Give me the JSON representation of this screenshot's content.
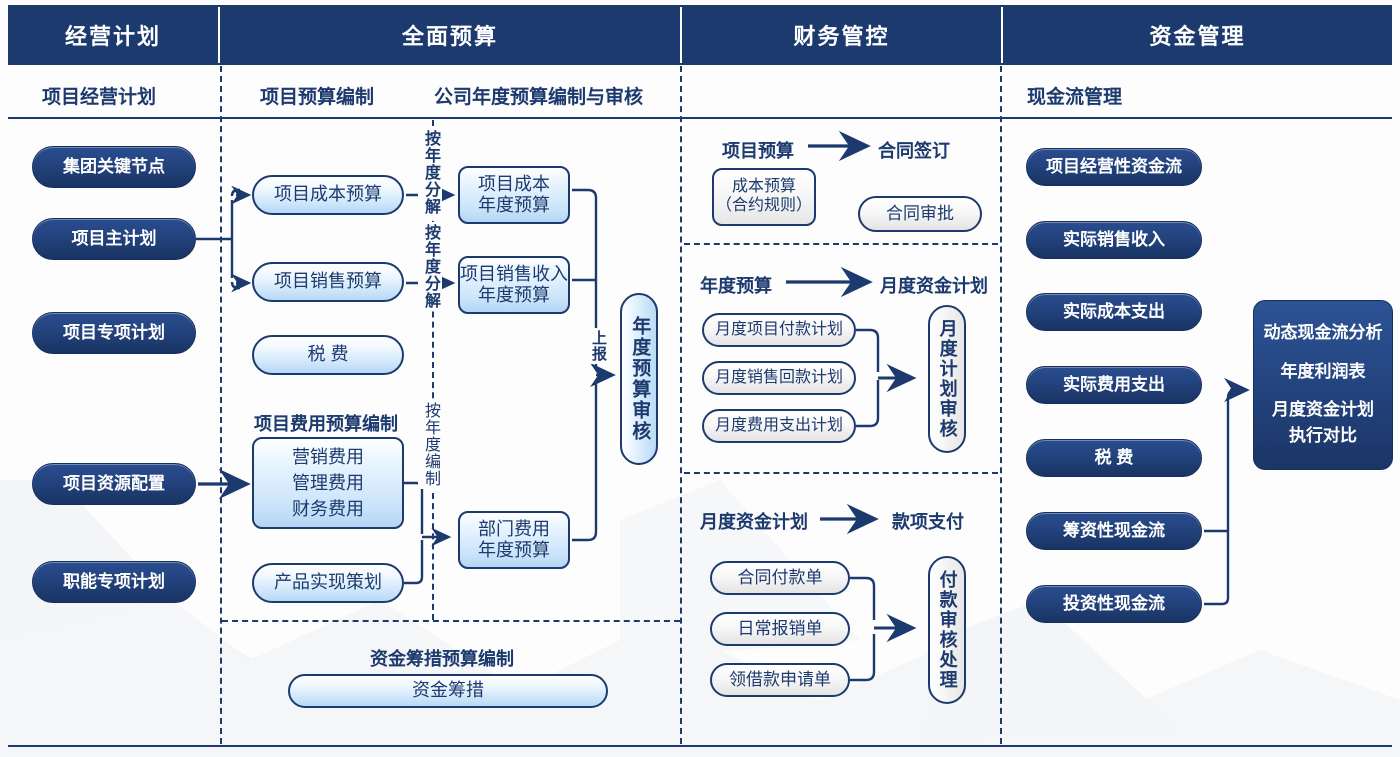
{
  "header": {
    "columns": [
      {
        "label": "经营计划"
      },
      {
        "label": "全面预算"
      },
      {
        "label": "财务管控"
      },
      {
        "label": "资金管理"
      }
    ]
  },
  "subheader": {
    "items": [
      {
        "label": "项目经营计划"
      },
      {
        "label": "项目预算编制"
      },
      {
        "label": "公司年度预算编制与审核"
      },
      {
        "label": "现金流管理"
      }
    ]
  },
  "business_plan": {
    "nodes": [
      {
        "label": "集团关键节点"
      },
      {
        "label": "项目主计划"
      },
      {
        "label": "项目专项计划"
      },
      {
        "label": "项目资源配置"
      },
      {
        "label": "职能专项计划"
      }
    ]
  },
  "project_budget": {
    "nodes": [
      {
        "label": "项目成本预算"
      },
      {
        "label": "项目销售预算"
      },
      {
        "label": "税  费"
      },
      {
        "label": "产品实现策划"
      }
    ],
    "expense_group_caption": "项目费用预算编制",
    "expense_lines": "营销费用\n管理费用\n财务费用"
  },
  "annual_budget": {
    "nodes": [
      {
        "label": "项目成本\n年度预算"
      },
      {
        "label": "项目销售收入\n年度预算"
      },
      {
        "label": "部门费用\n年度预算"
      }
    ],
    "review_capsule": "年度预算审核",
    "connector_labels": [
      {
        "label": "按年度分解"
      },
      {
        "label": "按年度分解"
      },
      {
        "label": "按年度编制"
      },
      {
        "label": "上报"
      }
    ]
  },
  "funding_budget": {
    "caption": "资金筹措预算编制",
    "node": "资金筹措"
  },
  "finance_control": {
    "sections": [
      {
        "from": "项目预算",
        "to": "合同签订",
        "left_node": "成本预算\n（合约规则）",
        "right_node": "合同审批"
      },
      {
        "from": "年度预算",
        "to": "月度资金计划",
        "items": [
          "月度项目付款计划",
          "月度销售回款计划",
          "月度费用支出计划"
        ],
        "review_capsule": "月度计划审核"
      },
      {
        "from": "月度资金计划",
        "to": "款项支付",
        "items": [
          "合同付款单",
          "日常报销单",
          "领借款申请单"
        ],
        "review_capsule": "付款审核处理"
      }
    ]
  },
  "cash_management": {
    "nodes": [
      {
        "label": "项目经营性资金流"
      },
      {
        "label": "实际销售收入"
      },
      {
        "label": "实际成本支出"
      },
      {
        "label": "实际费用支出"
      },
      {
        "label": "税  费"
      },
      {
        "label": "筹资性现金流"
      },
      {
        "label": "投资性现金流"
      }
    ],
    "analysis_card": {
      "line1": "动态现金流分析",
      "line2": "年度利润表",
      "line3": "月度资金计划\n执行对比"
    }
  },
  "colors": {
    "navy": "#1d3a6e",
    "dark_pill": "#23437e",
    "light_pill": "#cfe6fa",
    "white": "#ffffff"
  }
}
